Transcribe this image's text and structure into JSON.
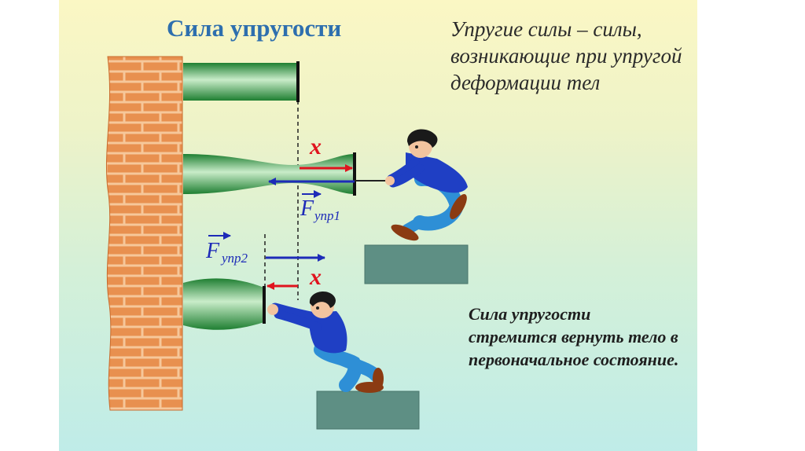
{
  "title": "Сила упругости",
  "definition_lines": [
    "Упругие силы – силы,",
    "возникающие при упругой",
    "деформации тел"
  ],
  "labels": {
    "x_top": "x",
    "x_bottom": "x",
    "force1_main": "F",
    "force1_sub": "упр1",
    "force2_main": "F",
    "force2_sub": "упр2"
  },
  "note_lines": [
    "Сила упругости",
    "стремится вернуть тело в",
    "первоначальное состояние."
  ],
  "colors": {
    "title": "#2e6fae",
    "brick": "#e8904f",
    "mortar": "#f6c79a",
    "rod_green": "#3cae4a",
    "arrow_x": "#e0141e",
    "arrow_force": "#1d2bb8",
    "block": "#5e8f84",
    "shirt": "#1f3fc4",
    "pants": "#2e8fd6"
  }
}
